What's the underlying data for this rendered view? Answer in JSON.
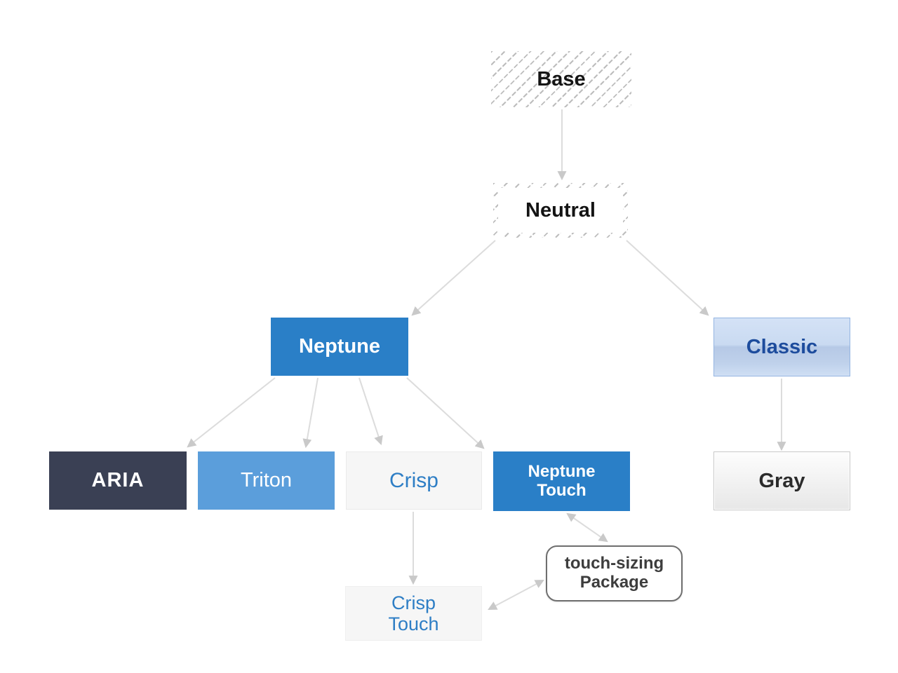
{
  "diagram": {
    "description": "Theme inheritance diagram",
    "nodes": {
      "base": {
        "label": "Base",
        "style": "hatched-fill"
      },
      "neutral": {
        "label": "Neutral",
        "style": "hatched-border"
      },
      "neptune": {
        "label": "Neptune",
        "fill": "#2a7fc7",
        "text_color": "#ffffff"
      },
      "classic": {
        "label": "Classic",
        "fill": "#c9daf1",
        "text_color": "#1d4c9d"
      },
      "aria": {
        "label": "ARIA",
        "fill": "#3a4054",
        "text_color": "#ffffff"
      },
      "triton": {
        "label": "Triton",
        "fill": "#5b9edb",
        "text_color": "#ffffff"
      },
      "crisp": {
        "label": "Crisp",
        "fill": "#f6f6f6",
        "text_color": "#2e7ec5"
      },
      "neptune_touch": {
        "label": "Neptune\nTouch",
        "fill": "#2a7fc7",
        "text_color": "#ffffff"
      },
      "gray": {
        "label": "Gray",
        "fill": "#ececec",
        "text_color": "#2b2b2b"
      },
      "touch_sizing_package": {
        "label": "touch-sizing\nPackage",
        "fill": "#ffffff",
        "text_color": "#3d3d3d",
        "shape": "rounded"
      },
      "crisp_touch": {
        "label": "Crisp\nTouch",
        "fill": "#f6f6f6",
        "text_color": "#2e7ec5"
      }
    },
    "edges": [
      {
        "from": "base",
        "to": "neutral",
        "type": "one-way"
      },
      {
        "from": "neutral",
        "to": "neptune",
        "type": "one-way"
      },
      {
        "from": "neutral",
        "to": "classic",
        "type": "one-way"
      },
      {
        "from": "neptune",
        "to": "aria",
        "type": "one-way"
      },
      {
        "from": "neptune",
        "to": "triton",
        "type": "one-way"
      },
      {
        "from": "neptune",
        "to": "crisp",
        "type": "one-way"
      },
      {
        "from": "neptune",
        "to": "neptune_touch",
        "type": "one-way"
      },
      {
        "from": "classic",
        "to": "gray",
        "type": "one-way"
      },
      {
        "from": "crisp",
        "to": "crisp_touch",
        "type": "one-way"
      },
      {
        "from": "neptune_touch",
        "to": "touch_sizing_package",
        "type": "two-way"
      },
      {
        "from": "crisp_touch",
        "to": "touch_sizing_package",
        "type": "two-way"
      }
    ],
    "palette": {
      "neptune_blue": "#2a7fc7",
      "triton_blue": "#5b9edb",
      "aria_navy": "#3a4054",
      "classic_text_blue": "#1d4c9d",
      "crisp_text_blue": "#2e7ec5",
      "hatch_gray": "#bdbdbd",
      "arrow_line_gray": "#dcdcdc",
      "arrow_head_gray": "#c9c9c9",
      "package_border_gray": "#6e6e6e"
    }
  }
}
